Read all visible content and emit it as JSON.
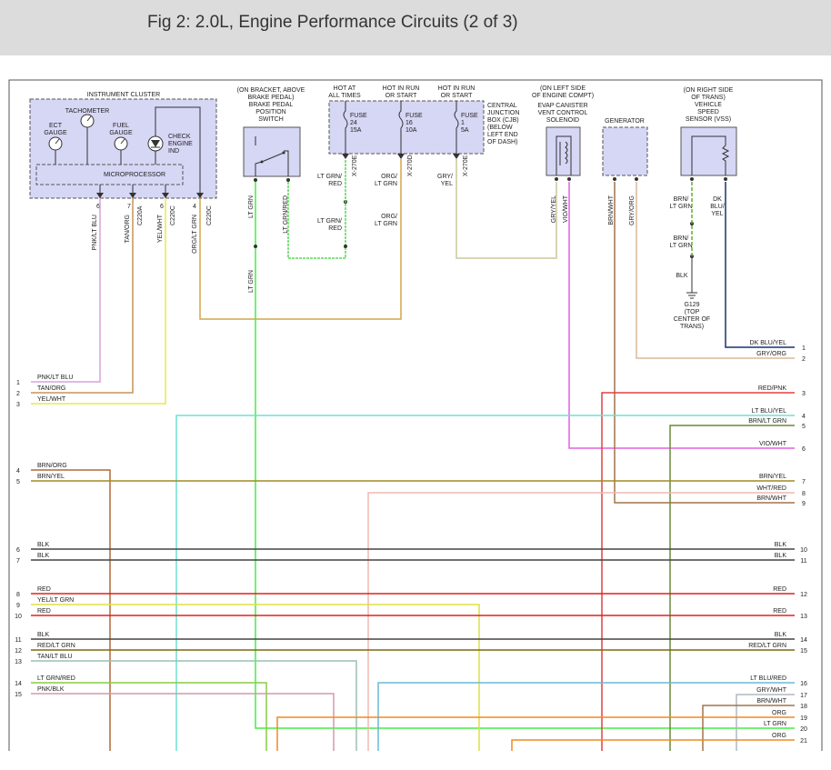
{
  "title": "Fig 2: 2.0L, Engine Performance Circuits (2 of 3)",
  "colors": {
    "box_fill": "#d6d6f5",
    "border": "#555555",
    "header_bg": "#dcdcdc"
  },
  "components": {
    "instrument_cluster": {
      "title": "INSTRUMENT CLUSTER",
      "tachometer": "TACHOMETER",
      "ect": [
        "ECT",
        "GAUGE"
      ],
      "fuel": [
        "FUEL",
        "GAUGE"
      ],
      "check": [
        "CHECK",
        "ENGINE",
        "IND"
      ],
      "microprocessor": "MICROPROCESSOR",
      "pins": [
        {
          "pin": "6",
          "conn": "",
          "wire": "PNK/LT BLU"
        },
        {
          "pin": "7",
          "conn": "C220A",
          "wire": "TAN/ORG"
        },
        {
          "pin": "6",
          "conn": "C220C",
          "wire": "YEL/WHT"
        },
        {
          "pin": "4",
          "conn": "C220C",
          "wire": "ORG/LT GRN"
        }
      ]
    },
    "brake_switch": {
      "label": [
        "(ON BRACKET, ABOVE",
        "BRAKE PEDAL)",
        "BRAKE PEDAL",
        "POSITION",
        "SWITCH"
      ],
      "wires": [
        "LT GRN",
        "LT GRN/RED",
        "LT GRN"
      ]
    },
    "cjb": {
      "hot": [
        [
          "HOT AT",
          "ALL TIMES"
        ],
        [
          "HOT IN RUN",
          "OR START"
        ],
        [
          "HOT IN RUN",
          "OR START"
        ]
      ],
      "fuses": [
        [
          "FUSE",
          "24",
          "15A"
        ],
        [
          "FUSE",
          "16",
          "10A"
        ],
        [
          "FUSE",
          "1",
          "5A"
        ]
      ],
      "conns": [
        "X-270E",
        "X-270D",
        "X-270E"
      ],
      "label": [
        "CENTRAL",
        "JUNCTION",
        "BOX (CJB)",
        "(BELOW",
        "LEFT END",
        "OF DASH)"
      ],
      "wires": [
        [
          "LT GRN/",
          "RED"
        ],
        [
          "ORG/",
          "LT GRN"
        ],
        [
          "GRY/",
          "YEL"
        ]
      ],
      "wires_lower": [
        [
          "LT GRN/",
          "RED"
        ],
        [
          "ORG/",
          "LT GRN"
        ]
      ]
    },
    "evap": {
      "label": [
        "(ON LEFT SIDE",
        "OF ENGINE COMPT)",
        "EVAP CANISTER",
        "VENT CONTROL",
        "SOLENOID"
      ],
      "wires": [
        "GRY/YEL",
        "VIO/WHT"
      ]
    },
    "generator": {
      "label": "GENERATOR",
      "wires": [
        "BRN/WHT",
        "GRY/ORG"
      ]
    },
    "vss": {
      "label": [
        "(ON RIGHT SIDE",
        "OF TRANS)",
        "VEHICLE",
        "SPEED",
        "SENSOR (VSS)"
      ],
      "wires": [
        [
          "BRN/",
          "LT GRN"
        ],
        [
          "DK",
          "BLU/",
          "YEL"
        ],
        [
          "BRN/",
          "LT GRN"
        ],
        [
          "BLK"
        ]
      ],
      "ground": [
        "G129",
        "(TOP",
        "CENTER OF",
        "TRANS)"
      ]
    }
  },
  "left_labels": [
    {
      "n": "1",
      "w": "PNK/LT BLU"
    },
    {
      "n": "2",
      "w": "TAN/ORG"
    },
    {
      "n": "3",
      "w": "YEL/WHT"
    },
    {
      "n": "4",
      "w": "BRN/ORG"
    },
    {
      "n": "5",
      "w": "BRN/YEL"
    },
    {
      "n": "6",
      "w": "BLK"
    },
    {
      "n": "7",
      "w": "BLK"
    },
    {
      "n": "8",
      "w": "RED"
    },
    {
      "n": "9",
      "w": "YEL/LT GRN"
    },
    {
      "n": "10",
      "w": "RED"
    },
    {
      "n": "11",
      "w": "BLK"
    },
    {
      "n": "12",
      "w": "RED/LT GRN"
    },
    {
      "n": "13",
      "w": "TAN/LT BLU"
    },
    {
      "n": "14",
      "w": "LT GRN/RED"
    },
    {
      "n": "15",
      "w": "PNK/BLK"
    }
  ],
  "right_labels": [
    {
      "n": "1",
      "w": "DK BLU/YEL"
    },
    {
      "n": "2",
      "w": "GRY/ORG"
    },
    {
      "n": "3",
      "w": "RED/PNK"
    },
    {
      "n": "4",
      "w": "LT BLU/YEL"
    },
    {
      "n": "5",
      "w": "BRN/LT GRN"
    },
    {
      "n": "6",
      "w": "VIO/WHT"
    },
    {
      "n": "7",
      "w": "BRN/YEL"
    },
    {
      "n": "8",
      "w": "WHT/RED"
    },
    {
      "n": "9",
      "w": "BRN/WHT"
    },
    {
      "n": "10",
      "w": "BLK"
    },
    {
      "n": "11",
      "w": "BLK"
    },
    {
      "n": "12",
      "w": "RED"
    },
    {
      "n": "13",
      "w": "RED"
    },
    {
      "n": "14",
      "w": "BLK"
    },
    {
      "n": "15",
      "w": "RED/LT GRN"
    },
    {
      "n": "16",
      "w": "LT BLU/RED"
    },
    {
      "n": "17",
      "w": "GRY/WHT"
    },
    {
      "n": "18",
      "w": "BRN/WHT"
    },
    {
      "n": "19",
      "w": "ORG"
    },
    {
      "n": "20",
      "w": "LT GRN"
    },
    {
      "n": "21",
      "w": "ORG"
    }
  ]
}
